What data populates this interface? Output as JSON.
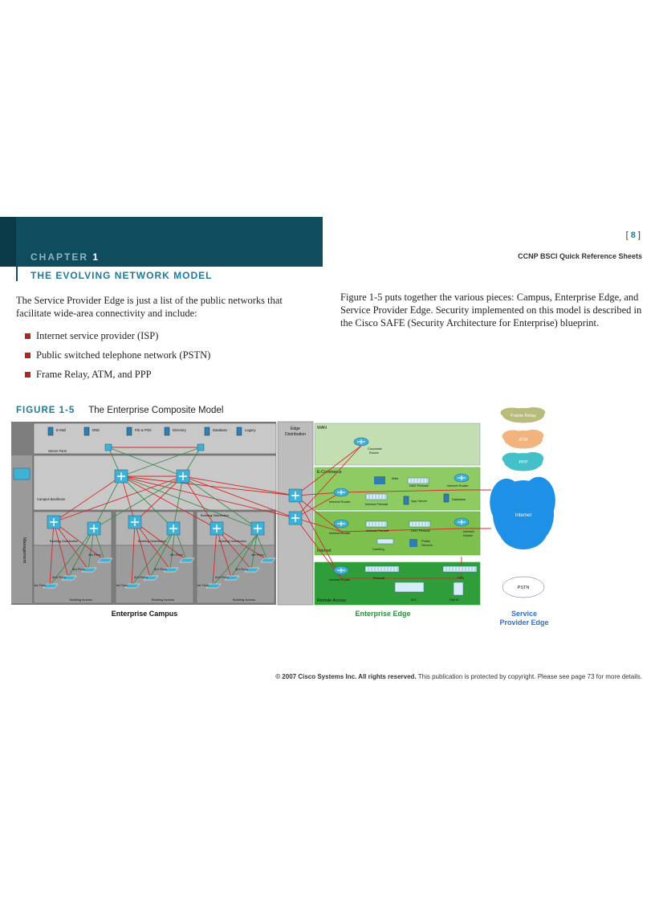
{
  "header": {
    "chapter_word": "CHAPTER",
    "chapter_num": "1",
    "chapter_title": "THE EVOLVING NETWORK MODEL",
    "page_number": "8",
    "series_name": "CCNP BSCI Quick Reference Sheets"
  },
  "left_column": {
    "intro": "The Service Provider Edge is just a list of the public networks that facilitate wide-area connectivity and include:",
    "bullets": [
      "Internet service provider (ISP)",
      "Public switched telephone network (PSTN)",
      "Frame Relay, ATM, and PPP"
    ]
  },
  "right_column": {
    "paragraph": "Figure 1-5 puts together the various pieces: Campus, Enterprise Edge, and Service Provider Edge. Security implemented on this model is described in the Cisco SAFE (Security Architecture for Enterprise) blueprint."
  },
  "figure": {
    "number": "FIGURE 1-5",
    "title": "The Enterprise Composite Model",
    "campus": {
      "caption": "Enterprise Campus",
      "management": "Management",
      "server_farm": "Server Farm",
      "servers": [
        "E-Mail",
        "DNS",
        "File & Print",
        "Directory",
        "Database",
        "Legacy"
      ],
      "backbone": "Campus Backbone",
      "building_distribution": "Building Distribution",
      "building_access": "Building Access",
      "floors": [
        "4th Floor",
        "3rd Floor",
        "2nd Floor",
        "1st Floor"
      ]
    },
    "edge_distribution": "Edge Distribution",
    "enterprise_edge": {
      "caption": "Enterprise Edge",
      "wan": "WAN",
      "corporate_router": "Corporate Router",
      "ecommerce": "E-Commerce",
      "web": "Web",
      "dmz_firewall": "DMZ Firewall",
      "internet_router": "Internet Router",
      "internal_router": "Internal Router",
      "internal_firewall": "Internal Firewall",
      "app_server": "App Server",
      "database": "Database",
      "internet": "Internet",
      "caching": "Caching",
      "public_servers": "Public Servers",
      "remote_access": "Remote Access",
      "firewall": "Firewall",
      "ppn": "PPN",
      "ids": "IDS",
      "dial_in": "Dial In"
    },
    "sp_edge": {
      "caption": "Service Provider Edge",
      "clouds": [
        "Frame Relay",
        "ATM",
        "PPP",
        "Internet",
        "PSTN"
      ]
    },
    "colors": {
      "campus_bg": "#7d7d7d",
      "campus_panel": "#c8c8c8",
      "edge_dist": "#bdbdbd",
      "wan_bg": "#c3deb0",
      "ecom_bg": "#8ecb62",
      "internet_bg": "#7ec04e",
      "remote_bg": "#2f9e3a",
      "red_link": "#d42a2a",
      "green_link": "#3a8a4a",
      "frame_relay": "#b8bc7a",
      "atm": "#f2b47e",
      "ppp": "#45c0c9",
      "internet_cloud": "#1e90e6",
      "caption_green": "#2e8b3e",
      "caption_blue": "#2b6fd4"
    }
  },
  "footer": {
    "bold": "© 2007 Cisco Systems Inc. All rights reserved.",
    "normal": "This publication is protected by copyright. Please see page 73 for more details."
  }
}
